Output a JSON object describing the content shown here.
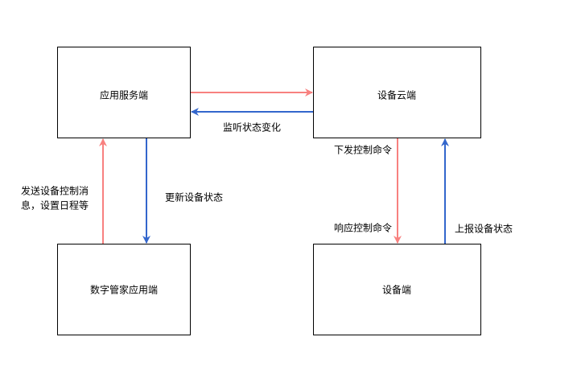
{
  "diagram": {
    "colors": {
      "background": "#ffffff",
      "node_border": "#000000",
      "arrow_red": "#f8817f",
      "arrow_blue": "#3366cc",
      "text": "#000000"
    },
    "nodes": {
      "app_server": {
        "label": "应用服务端"
      },
      "device_cloud": {
        "label": "设备云端"
      },
      "digital_butler": {
        "label": "数字管家应用端"
      },
      "device": {
        "label": "设备端"
      }
    },
    "edges": {
      "app_to_cloud": {
        "color": "red",
        "label": ""
      },
      "cloud_to_app": {
        "color": "blue",
        "label": "监听状态变化"
      },
      "butler_to_app": {
        "color": "red",
        "label_lines": [
          "发送设备控制消",
          "息，设置日程等"
        ]
      },
      "app_to_butler": {
        "color": "blue",
        "label": "更新设备状态"
      },
      "cloud_to_device": {
        "color": "red",
        "label_top": "下发控制命令",
        "label_bottom": "响应控制命令"
      },
      "device_to_cloud": {
        "color": "blue",
        "label": "上报设备状态"
      }
    }
  }
}
